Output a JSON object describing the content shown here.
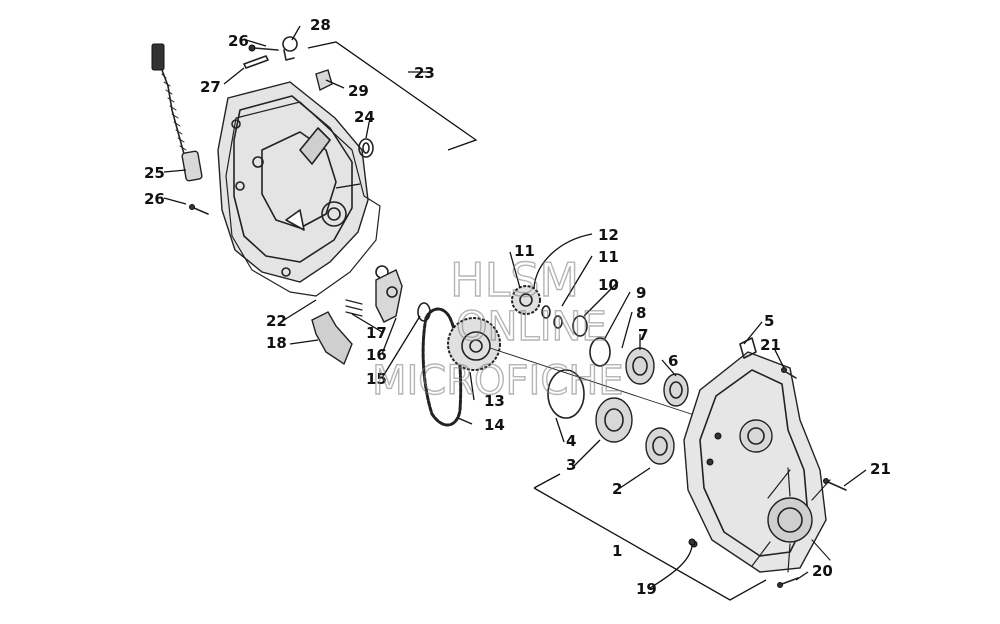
{
  "watermark": {
    "line1": "HLSM",
    "line2": "ONLINE",
    "line3": "MICROFICHE"
  },
  "callouts": [
    "1",
    "2",
    "3",
    "4",
    "5",
    "6",
    "7",
    "8",
    "9",
    "10",
    "11",
    "11",
    "12",
    "13",
    "14",
    "15",
    "16",
    "17",
    "18",
    "19",
    "20",
    "21",
    "21",
    "22",
    "23",
    "24",
    "25",
    "26",
    "26",
    "27",
    "28",
    "29"
  ]
}
